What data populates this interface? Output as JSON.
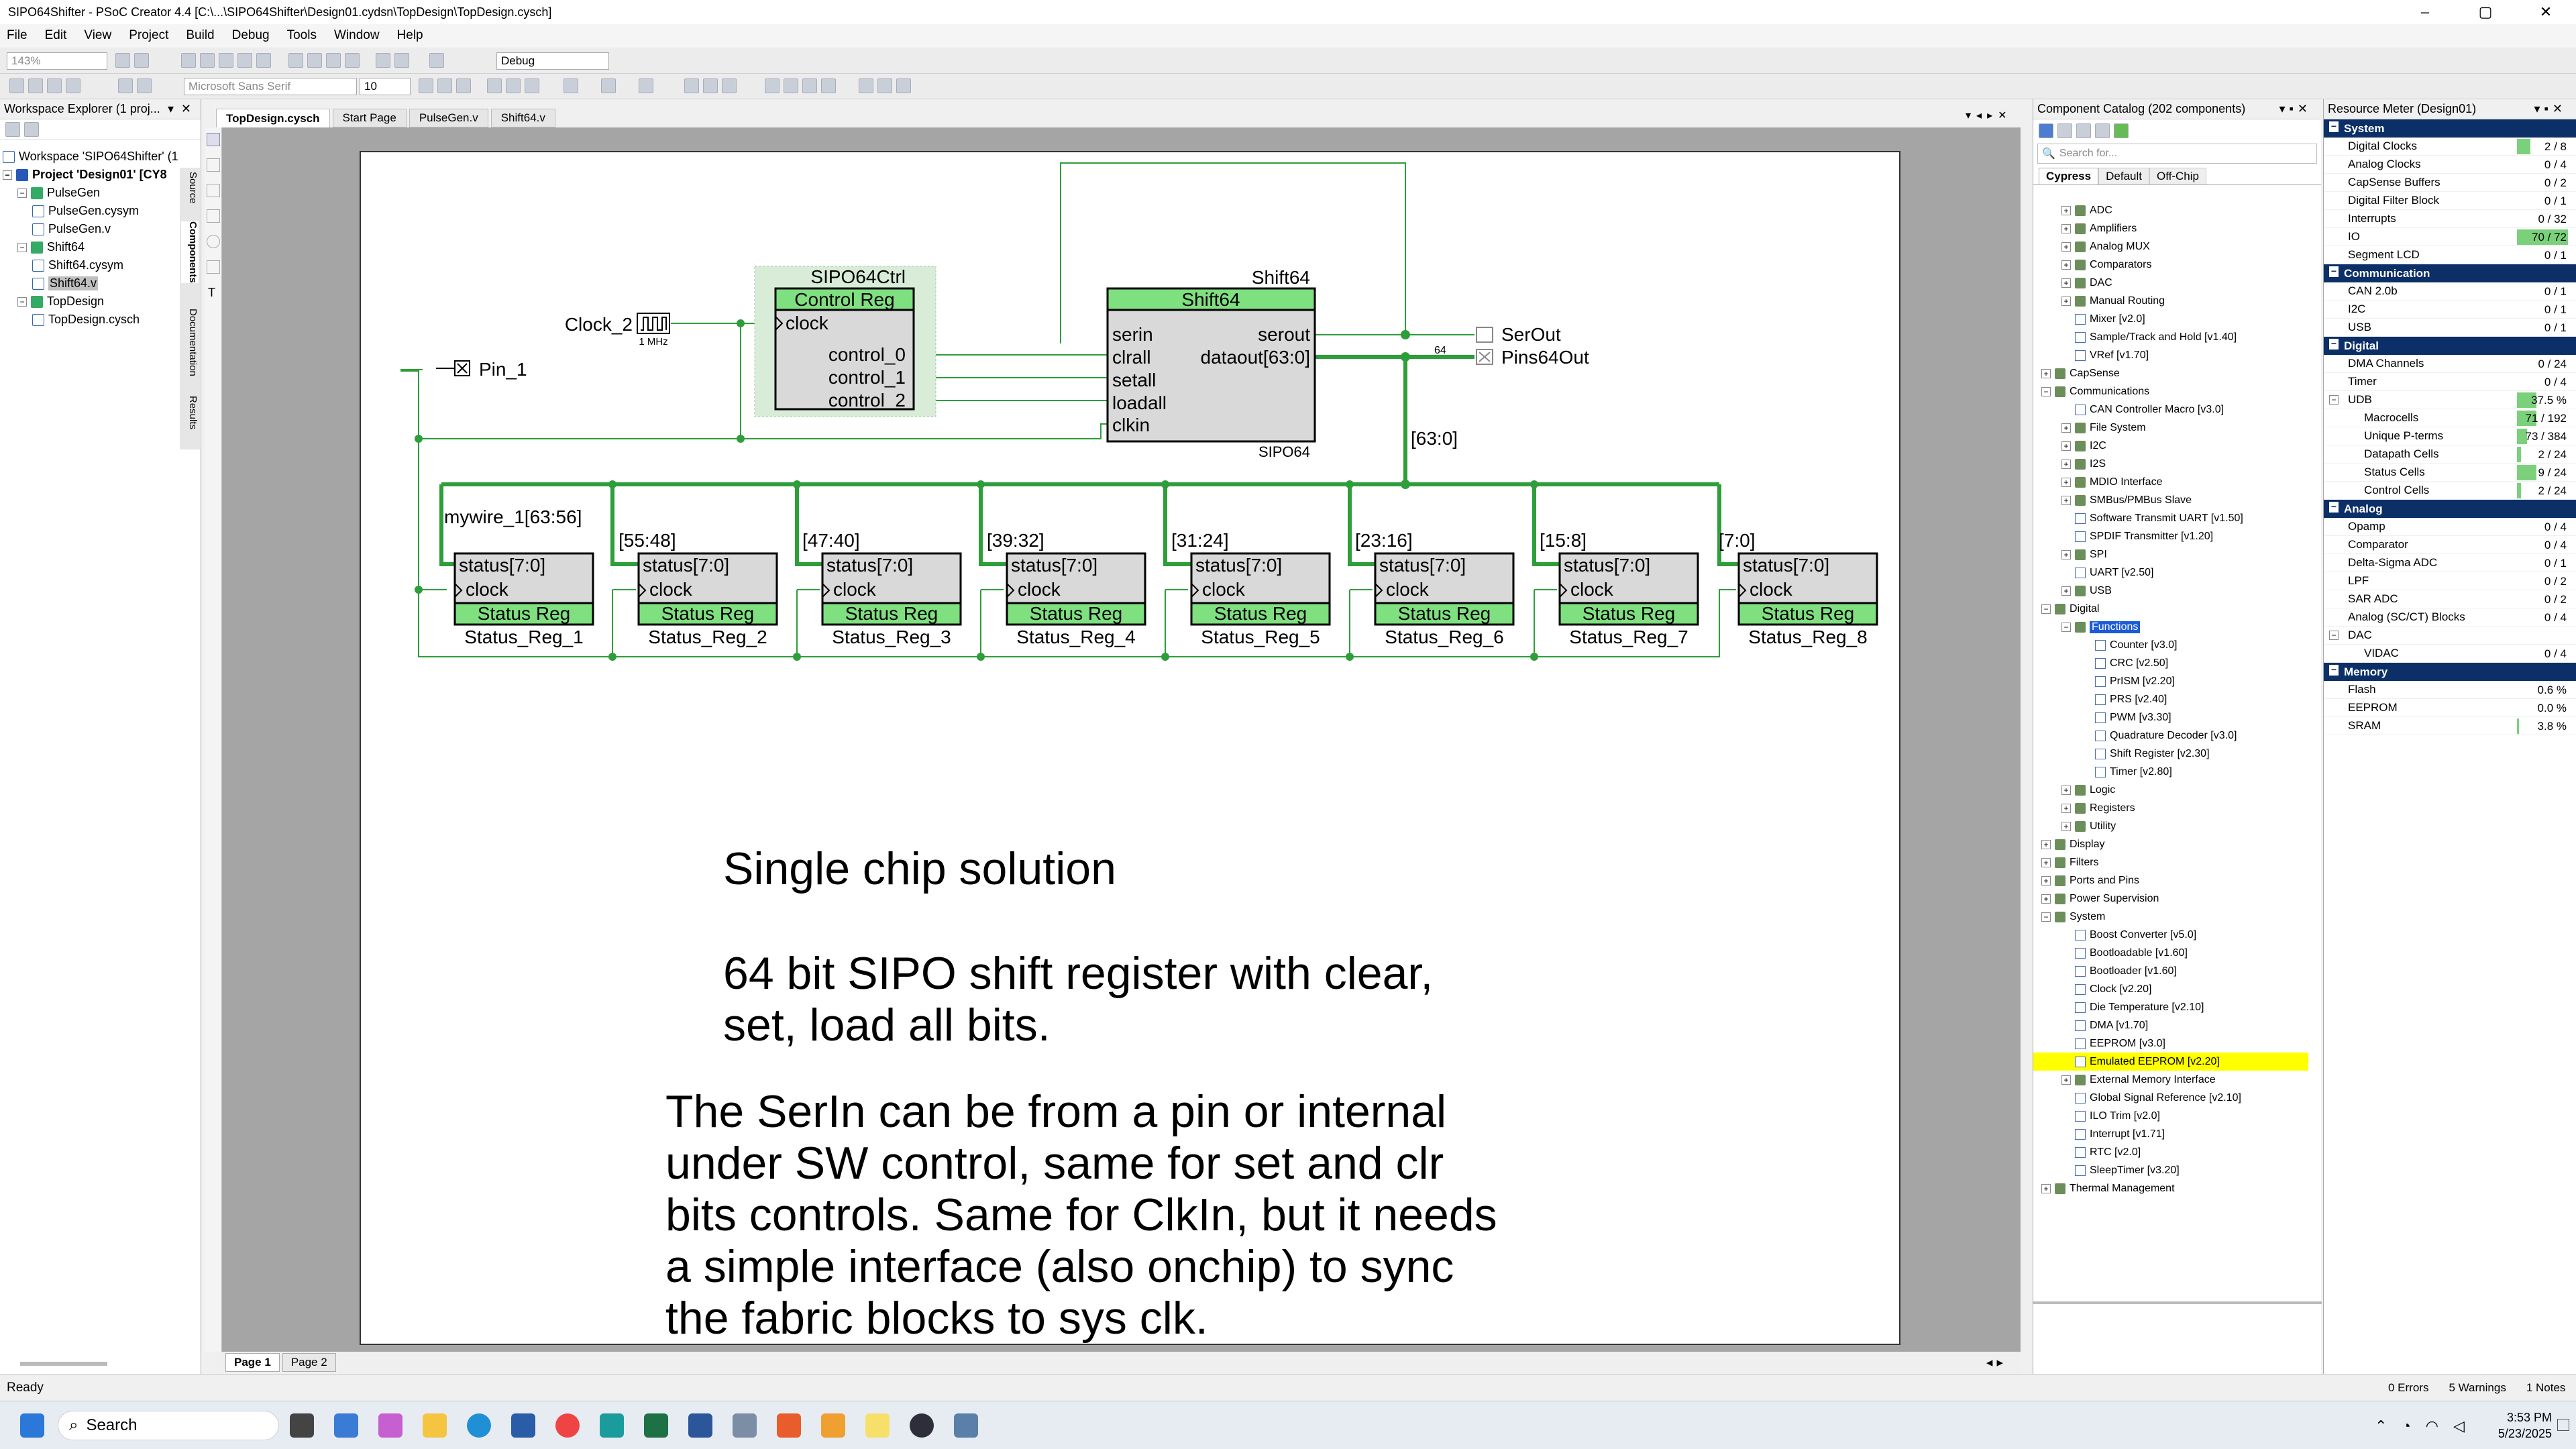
{
  "window": {
    "title": "SIPO64Shifter - PSoC Creator 4.4  [C:\\...\\SIPO64Shifter\\Design01.cydsn\\TopDesign\\TopDesign.cysch]"
  },
  "menu": [
    "File",
    "Edit",
    "View",
    "Project",
    "Build",
    "Debug",
    "Tools",
    "Window",
    "Help"
  ],
  "toolbar": {
    "zoom": "143%",
    "config": "Debug",
    "font": "Microsoft Sans Serif",
    "font_size": "10"
  },
  "workspace": {
    "title": "Workspace Explorer (1 proj...",
    "workspace_label": "Workspace 'SIPO64Shifter' (1",
    "project_label": "Project 'Design01' [CY8",
    "items": [
      {
        "label": "PulseGen",
        "level": 1,
        "folder": true
      },
      {
        "label": "PulseGen.cysym",
        "level": 2
      },
      {
        "label": "PulseGen.v",
        "level": 2
      },
      {
        "label": "Shift64",
        "level": 1,
        "folder": true
      },
      {
        "label": "Shift64.cysym",
        "level": 2
      },
      {
        "label": "Shift64.v",
        "level": 2,
        "selected": true
      },
      {
        "label": "TopDesign",
        "level": 1,
        "folder": true
      },
      {
        "label": "TopDesign.cysch",
        "level": 2
      }
    ],
    "side_tabs": [
      "Source",
      "Components",
      "Documentation",
      "Results"
    ]
  },
  "doc_tabs": [
    "TopDesign.cysch",
    "Start Page",
    "PulseGen.v",
    "Shift64.v"
  ],
  "page_tabs": [
    "Page 1",
    "Page 2"
  ],
  "schematic": {
    "ctrl_name": "SIPO64Ctrl",
    "ctrl_title": "Control Reg",
    "ctrl_pins": [
      "clock",
      "control_0",
      "control_1",
      "control_2"
    ],
    "clock_label": "Clock_2",
    "clock_freq": "1 MHz",
    "pin_label": "Pin_1",
    "shift_name": "Shift64",
    "shift_title": "Shift64",
    "shift_inputs": [
      "serin",
      "clrall",
      "setall",
      "loadall",
      "clkin"
    ],
    "shift_outputs": [
      "serout",
      "dataout[63:0]"
    ],
    "shift_footer": "SIPO64",
    "bus_width": "64",
    "bus_label": "[63:0]",
    "out1": "SerOut",
    "out2": "Pins64Out",
    "first_wire": "mywire_1[63:56]",
    "slices": [
      "[55:48]",
      "[47:40]",
      "[39:32]",
      "[31:24]",
      "[23:16]",
      "[15:8]",
      "[7:0]"
    ],
    "status_pins": [
      "status[7:0]",
      "clock"
    ],
    "status_title": "Status Reg",
    "status_regs": [
      "Status_Reg_1",
      "Status_Reg_2",
      "Status_Reg_3",
      "Status_Reg_4",
      "Status_Reg_5",
      "Status_Reg_6",
      "Status_Reg_7",
      "Status_Reg_8"
    ]
  },
  "notes": {
    "n1": "Single chip solution",
    "n2a": "64 bit SIPO shift register with clear,",
    "n2b": "set, load all bits.",
    "n3": [
      "The SerIn can be from a pin or internal",
      "under SW control, same for set and clr",
      "bits controls. Same for ClkIn, but it needs",
      "a simple interface (also onchip) to sync",
      "the fabric blocks to sys clk."
    ]
  },
  "catalog": {
    "title": "Component Catalog (202 components)",
    "search_placeholder": "Search for...",
    "tabs": [
      "Cypress",
      "Default",
      "Off-Chip"
    ],
    "items": [
      {
        "l": 1,
        "t": "ADC",
        "c": 1
      },
      {
        "l": 1,
        "t": "Amplifiers",
        "c": 1
      },
      {
        "l": 1,
        "t": "Analog MUX",
        "c": 1
      },
      {
        "l": 1,
        "t": "Comparators",
        "c": 1
      },
      {
        "l": 1,
        "t": "DAC",
        "c": 1
      },
      {
        "l": 1,
        "t": "Manual Routing",
        "c": 1
      },
      {
        "l": 1,
        "t": "Mixer [v2.0]"
      },
      {
        "l": 1,
        "t": "Sample/Track and Hold [v1.40]"
      },
      {
        "l": 1,
        "t": "VRef [v1.70]"
      },
      {
        "l": 0,
        "t": "CapSense",
        "c": 1
      },
      {
        "l": 0,
        "t": "Communications",
        "c": 1
      },
      {
        "l": 1,
        "t": "CAN Controller Macro [v3.0]"
      },
      {
        "l": 1,
        "t": "File System",
        "c": 1
      },
      {
        "l": 1,
        "t": "I2C",
        "c": 1
      },
      {
        "l": 1,
        "t": "I2S",
        "c": 1
      },
      {
        "l": 1,
        "t": "MDIO Interface",
        "c": 1
      },
      {
        "l": 1,
        "t": "SMBus/PMBus Slave",
        "c": 1
      },
      {
        "l": 1,
        "t": "Software Transmit UART [v1.50]"
      },
      {
        "l": 1,
        "t": "SPDIF Transmitter [v1.20]"
      },
      {
        "l": 1,
        "t": "SPI",
        "c": 1
      },
      {
        "l": 1,
        "t": "UART [v2.50]"
      },
      {
        "l": 1,
        "t": "USB",
        "c": 1
      },
      {
        "l": 0,
        "t": "Digital",
        "c": 1
      },
      {
        "l": 1,
        "t": "Functions",
        "c": 1,
        "sel": 1
      },
      {
        "l": 2,
        "t": "Counter [v3.0]"
      },
      {
        "l": 2,
        "t": "CRC [v2.50]"
      },
      {
        "l": 2,
        "t": "PrISM [v2.20]"
      },
      {
        "l": 2,
        "t": "PRS [v2.40]"
      },
      {
        "l": 2,
        "t": "PWM [v3.30]"
      },
      {
        "l": 2,
        "t": "Quadrature Decoder [v3.0]"
      },
      {
        "l": 2,
        "t": "Shift Register [v2.30]"
      },
      {
        "l": 2,
        "t": "Timer [v2.80]"
      },
      {
        "l": 1,
        "t": "Logic",
        "c": 1
      },
      {
        "l": 1,
        "t": "Registers",
        "c": 1
      },
      {
        "l": 1,
        "t": "Utility",
        "c": 1
      },
      {
        "l": 0,
        "t": "Display",
        "c": 1
      },
      {
        "l": 0,
        "t": "Filters",
        "c": 1
      },
      {
        "l": 0,
        "t": "Ports and Pins",
        "c": 1
      },
      {
        "l": 0,
        "t": "Power Supervision",
        "c": 1
      },
      {
        "l": 0,
        "t": "System",
        "c": 1
      },
      {
        "l": 1,
        "t": "Boost Converter [v5.0]"
      },
      {
        "l": 1,
        "t": "Bootloadable [v1.60]"
      },
      {
        "l": 1,
        "t": "Bootloader [v1.60]"
      },
      {
        "l": 1,
        "t": "Clock [v2.20]"
      },
      {
        "l": 1,
        "t": "Die Temperature [v2.10]"
      },
      {
        "l": 1,
        "t": "DMA [v1.70]"
      },
      {
        "l": 1,
        "t": "EEPROM [v3.0]"
      },
      {
        "l": 1,
        "t": "Emulated EEPROM [v2.20]",
        "hl": 1
      },
      {
        "l": 1,
        "t": "External Memory Interface",
        "c": 1
      },
      {
        "l": 1,
        "t": "Global Signal Reference [v2.10]"
      },
      {
        "l": 1,
        "t": "ILO Trim [v2.0]"
      },
      {
        "l": 1,
        "t": "Interrupt [v1.71]"
      },
      {
        "l": 1,
        "t": "RTC [v2.0]"
      },
      {
        "l": 1,
        "t": "SleepTimer [v3.20]"
      },
      {
        "l": 0,
        "t": "Thermal Management",
        "c": 1
      }
    ]
  },
  "resource": {
    "title": "Resource Meter (Design01)",
    "sections": [
      {
        "name": "System",
        "rows": [
          {
            "n": "Digital Clocks",
            "v": "2 / 8",
            "p": 0.25
          },
          {
            "n": "Analog Clocks",
            "v": "0 / 4",
            "p": 0
          },
          {
            "n": "CapSense Buffers",
            "v": "0 / 2",
            "p": 0
          },
          {
            "n": "Digital Filter Block",
            "v": "0 / 1",
            "p": 0
          },
          {
            "n": "Interrupts",
            "v": "0 / 32",
            "p": 0
          },
          {
            "n": "IO",
            "v": "70 / 72",
            "p": 0.97
          },
          {
            "n": "Segment LCD",
            "v": "0 / 1",
            "p": 0
          }
        ]
      },
      {
        "name": "Communication",
        "rows": [
          {
            "n": "CAN 2.0b",
            "v": "0 / 1",
            "p": 0
          },
          {
            "n": "I2C",
            "v": "0 / 1",
            "p": 0
          },
          {
            "n": "USB",
            "v": "0 / 1",
            "p": 0
          }
        ]
      },
      {
        "name": "Digital",
        "rows": [
          {
            "n": "DMA Channels",
            "v": "0 / 24",
            "p": 0
          },
          {
            "n": "Timer",
            "v": "0 / 4",
            "p": 0
          },
          {
            "n": "UDB",
            "v": "37.5 %",
            "p": 0.375,
            "exp": 1
          },
          {
            "n": "Macrocells",
            "v": "71 / 192",
            "p": 0.37,
            "sub": 1
          },
          {
            "n": "Unique P-terms",
            "v": "73 / 384",
            "p": 0.19,
            "sub": 1
          },
          {
            "n": "Datapath Cells",
            "v": "2 / 24",
            "p": 0.08,
            "sub": 1
          },
          {
            "n": "Status Cells",
            "v": "9 / 24",
            "p": 0.375,
            "sub": 1
          },
          {
            "n": "Control Cells",
            "v": "2 / 24",
            "p": 0.08,
            "sub": 1
          }
        ]
      },
      {
        "name": "Analog",
        "rows": [
          {
            "n": "Opamp",
            "v": "0 / 4",
            "p": 0
          },
          {
            "n": "Comparator",
            "v": "0 / 4",
            "p": 0
          },
          {
            "n": "Delta-Sigma ADC",
            "v": "0 / 1",
            "p": 0
          },
          {
            "n": "LPF",
            "v": "0 / 2",
            "p": 0
          },
          {
            "n": "SAR ADC",
            "v": "0 / 2",
            "p": 0
          },
          {
            "n": "Analog (SC/CT) Blocks",
            "v": "0 / 4",
            "p": 0
          },
          {
            "n": "DAC",
            "v": "",
            "p": 0,
            "exp": 1
          },
          {
            "n": "VIDAC",
            "v": "0 / 4",
            "p": 0,
            "sub": 1
          }
        ]
      },
      {
        "name": "Memory",
        "rows": [
          {
            "n": "Flash",
            "v": "0.6 %",
            "p": 0.006
          },
          {
            "n": "EEPROM",
            "v": "0.0 %",
            "p": 0
          },
          {
            "n": "SRAM",
            "v": "3.8 %",
            "p": 0.038
          }
        ]
      }
    ]
  },
  "status": {
    "ready": "Ready",
    "errors": "0 Errors",
    "warnings": "5 Warnings",
    "notes": "1 Notes"
  },
  "taskbar": {
    "search": "Search",
    "time": "3:53 PM",
    "date": "5/23/2025"
  }
}
